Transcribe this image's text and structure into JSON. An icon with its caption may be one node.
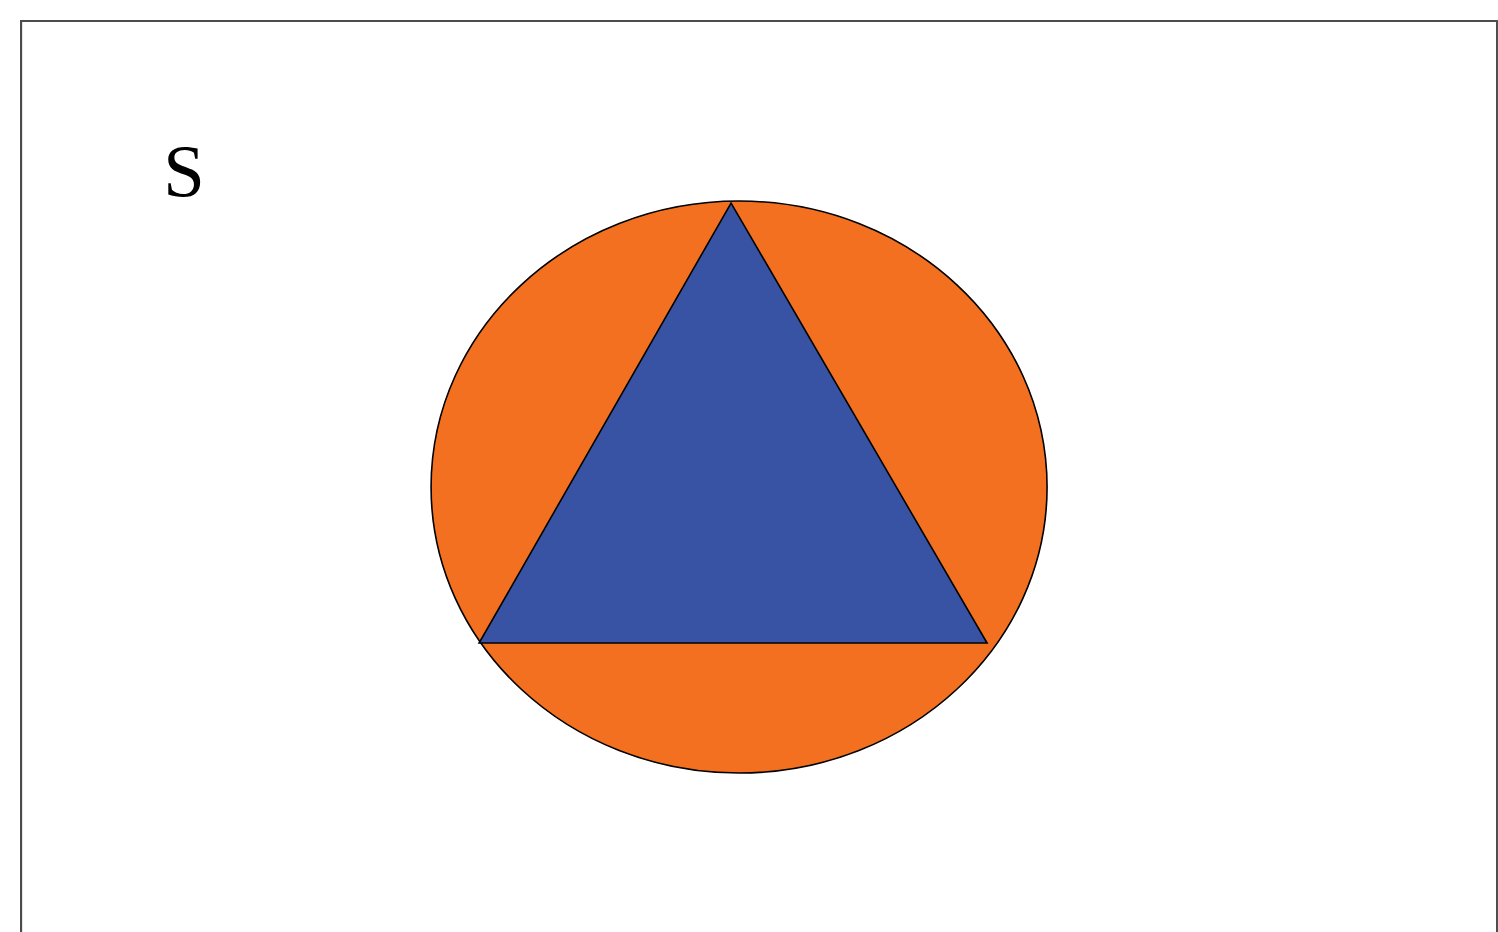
{
  "diagram": {
    "nodes": [
      {
        "text": [
          "S"
        ]
      },
      {
        "text": [],
        "shape": "circle",
        "in": 0
      },
      {
        "text": [],
        "shape": "triangle",
        "in": 1
      }
    ]
  }
}
